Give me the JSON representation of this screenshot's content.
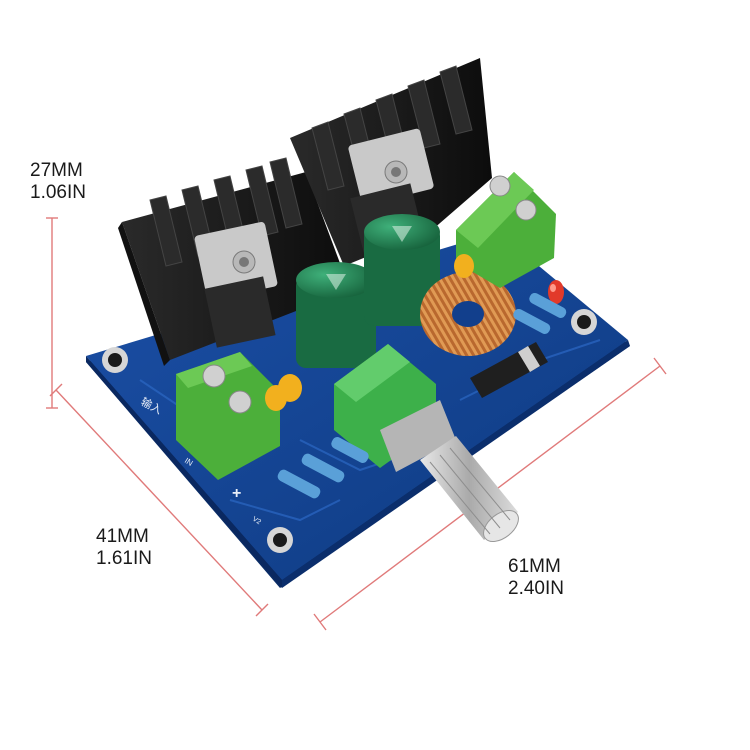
{
  "dimensions": {
    "height": {
      "mm": "27MM",
      "in": "1.06IN"
    },
    "width": {
      "mm": "41MM",
      "in": "1.61IN"
    },
    "length": {
      "mm": "61MM",
      "in": "2.40IN"
    }
  },
  "board": {
    "input_label": "输入",
    "in_label": "IN",
    "plus_label": "+",
    "v2_label": "V2"
  },
  "colors": {
    "dimension_line": "#e07a7a",
    "pcb": "#123f8c",
    "terminal": "#4caf3a",
    "heatsink": "#1c1c1c",
    "capacitor": "#1f7a4d",
    "inductor": "#c06a2a"
  }
}
